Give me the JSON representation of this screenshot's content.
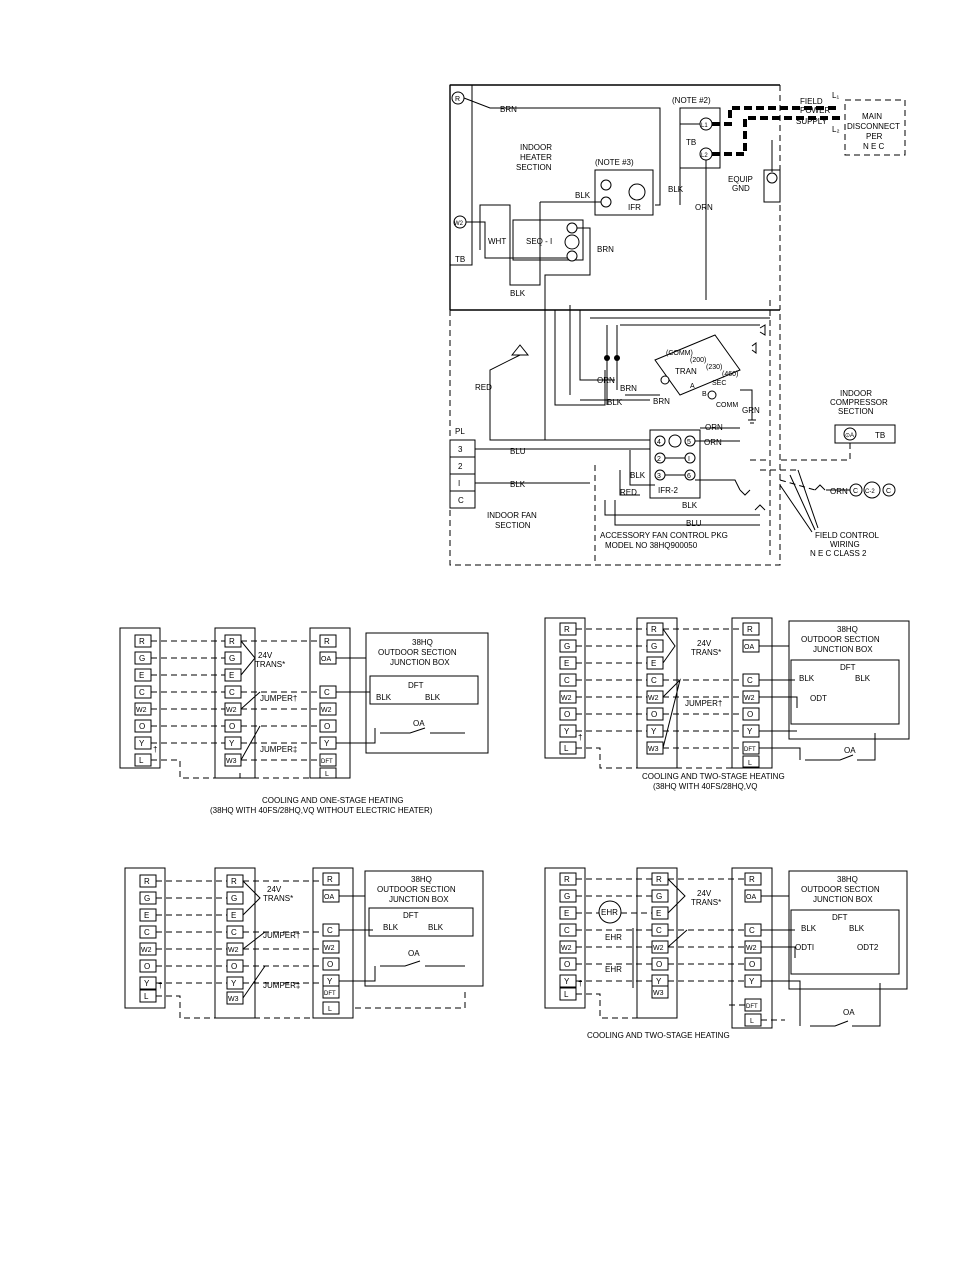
{
  "main_diagram": {
    "wire_labels": {
      "brn": "BRN",
      "blk": "BLK",
      "wht": "WHT",
      "orn": "ORN",
      "red": "RED",
      "blu": "BLU",
      "grn": "GRN"
    },
    "tb_label": "TB",
    "r_terminal": "R",
    "w2_terminal": "W2",
    "heater_section": [
      "INDOOR",
      "HEATER",
      "SECTION"
    ],
    "note3": "(NOTE #3)",
    "note2": "(NOTE #2)",
    "ifr": "IFR",
    "seq": "SEQ - I",
    "l1": "L1",
    "l2": "L2",
    "field_power": [
      "FIELD",
      "POWER",
      "SUPPLY"
    ],
    "main_disconnect": [
      "MAIN",
      "DISCONNECT",
      "PER",
      "N E C"
    ],
    "l_top": "L₁",
    "l_bot": "L₂",
    "equip_gnd": [
      "EQUIP",
      "GND"
    ],
    "tran": "TRAN",
    "comm": "(COMM)",
    "v200": "(200)",
    "v230": "(230)",
    "v460": "(460)",
    "sec": "SEC",
    "comm2": "COMM",
    "a": "A",
    "b": "B",
    "ifr2": "IFR-2",
    "ifr2_terms": [
      "4",
      "5",
      "2",
      "I",
      "3",
      "6"
    ],
    "pl": "PL",
    "pl_terms": [
      "3",
      "2",
      "I",
      "C"
    ],
    "indoor_fan": [
      "INDOOR FAN",
      "SECTION"
    ],
    "accessory": [
      "ACCESSORY FAN CONTROL PKG",
      "MODEL NO 38HQ900050"
    ],
    "indoor_comp": [
      "INDOOR",
      "COMPRESSOR",
      "SECTION"
    ],
    "comp_term": "⊙A",
    "field_control": [
      "FIELD CONTROL",
      "WIRING",
      "N E C CLASS 2"
    ],
    "c2_chain": [
      "C",
      "C-2",
      "C"
    ],
    "orn_c": "ORN"
  },
  "small_diagrams": {
    "left_terms": [
      "R",
      "G",
      "E",
      "C",
      "W2",
      "O",
      "Y",
      "L"
    ],
    "mid_terms": [
      "R",
      "G",
      "E",
      "C",
      "W2",
      "O",
      "Y",
      "W3"
    ],
    "right_terms1": [
      "R",
      "OA",
      "C",
      "W2",
      "O",
      "Y",
      "DFT",
      "L"
    ],
    "right_terms2": [
      "R",
      "OA",
      "C",
      "W2",
      "O",
      "Y",
      "DFT",
      "L"
    ],
    "junction": [
      "38HQ",
      "OUTDOOR SECTION",
      "JUNCTION BOX"
    ],
    "trans": [
      "24V",
      "TRANS*"
    ],
    "jumper": "JUMPER†",
    "jumper2": "JUMPER‡",
    "dft": "DFT",
    "blk": "BLK",
    "oa": "OA",
    "odt": "ODT",
    "odt1": "ODTI",
    "odt2": "ODT2",
    "ehr": "EHR",
    "ehr_label": "EHR",
    "dagger": "†",
    "caption1": [
      "COOLING AND ONE-STAGE HEATING",
      "(38HQ WITH 40FS/28HQ,VQ WITHOUT ELECTRIC HEATER)"
    ],
    "caption2": [
      "COOLING AND TWO-STAGE HEATING",
      "(38HQ WITH 40FS/28HQ,VQ"
    ],
    "caption4": "COOLING AND TWO-STAGE HEATING"
  }
}
